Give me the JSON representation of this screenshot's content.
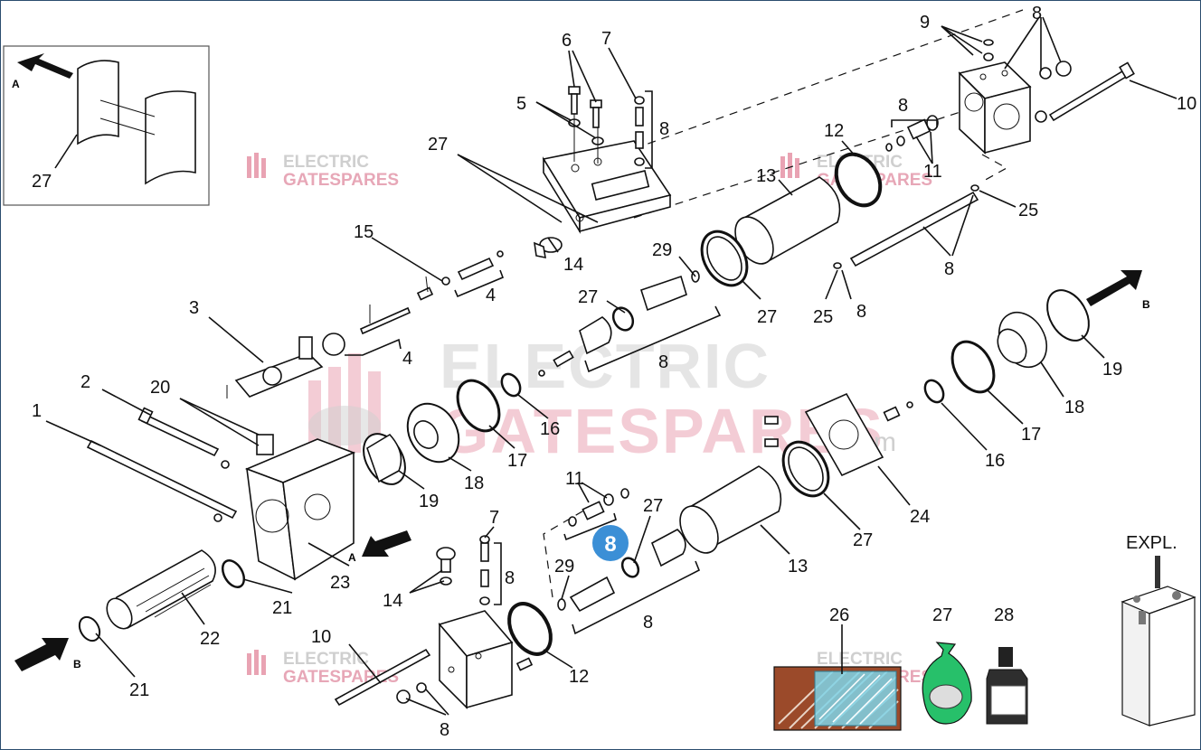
{
  "diagram": {
    "watermark": {
      "line1": "ELECTRIC",
      "line2": "GATESPARES",
      "suffix": ".com"
    },
    "badge": "8",
    "letters": {
      "a": "A",
      "b": "B"
    },
    "explode_label": "EXPL.",
    "callouts": [
      {
        "id": "c27-inset",
        "text": "27"
      },
      {
        "id": "c6",
        "text": "6"
      },
      {
        "id": "c7-top",
        "text": "7"
      },
      {
        "id": "c5",
        "text": "5"
      },
      {
        "id": "c8-top-bracket",
        "text": "8"
      },
      {
        "id": "c27-plate",
        "text": "27"
      },
      {
        "id": "c9",
        "text": "9"
      },
      {
        "id": "c8-top-right",
        "text": "8"
      },
      {
        "id": "c10-top",
        "text": "10"
      },
      {
        "id": "c8-mid-bracket",
        "text": "8"
      },
      {
        "id": "c12-top",
        "text": "12"
      },
      {
        "id": "c11-top",
        "text": "11"
      },
      {
        "id": "c13-top",
        "text": "13"
      },
      {
        "id": "c25-right",
        "text": "25"
      },
      {
        "id": "c8-rods",
        "text": "8"
      },
      {
        "id": "c15",
        "text": "15"
      },
      {
        "id": "c4-upper",
        "text": "4"
      },
      {
        "id": "c14-top",
        "text": "14"
      },
      {
        "id": "c29-top",
        "text": "29"
      },
      {
        "id": "c27-oring",
        "text": "27"
      },
      {
        "id": "c27-ring",
        "text": "27"
      },
      {
        "id": "c25-mid",
        "text": "25"
      },
      {
        "id": "c8-small",
        "text": "8"
      },
      {
        "id": "c3",
        "text": "3"
      },
      {
        "id": "c4-lower",
        "text": "4"
      },
      {
        "id": "c8-lower-bracket",
        "text": "8"
      },
      {
        "id": "c19-right",
        "text": "19"
      },
      {
        "id": "c2",
        "text": "2"
      },
      {
        "id": "c20",
        "text": "20"
      },
      {
        "id": "c18-right",
        "text": "18"
      },
      {
        "id": "c17-right",
        "text": "17"
      },
      {
        "id": "c16-right",
        "text": "16"
      },
      {
        "id": "c16-mid",
        "text": "16"
      },
      {
        "id": "c17-mid",
        "text": "17"
      },
      {
        "id": "c18-mid",
        "text": "18"
      },
      {
        "id": "c19-mid",
        "text": "19"
      },
      {
        "id": "c1",
        "text": "1"
      },
      {
        "id": "c11-bottom",
        "text": "11"
      },
      {
        "id": "c27-bottom",
        "text": "27"
      },
      {
        "id": "c24",
        "text": "24"
      },
      {
        "id": "c27-right-ring",
        "text": "27"
      },
      {
        "id": "c7-bottom",
        "text": "7"
      },
      {
        "id": "c29-bottom",
        "text": "29"
      },
      {
        "id": "c13-bottom",
        "text": "13"
      },
      {
        "id": "c8-bottom-bracket",
        "text": "8"
      },
      {
        "id": "c14-bottom",
        "text": "14"
      },
      {
        "id": "c8-bottom-mid",
        "text": "8"
      },
      {
        "id": "c21-mid",
        "text": "21"
      },
      {
        "id": "c23",
        "text": "23"
      },
      {
        "id": "c22",
        "text": "22"
      },
      {
        "id": "c21-left",
        "text": "21"
      },
      {
        "id": "c10-bottom",
        "text": "10"
      },
      {
        "id": "c12-bottom",
        "text": "12"
      },
      {
        "id": "c8-bottom",
        "text": "8"
      },
      {
        "id": "c26",
        "text": "26"
      },
      {
        "id": "c27-bag",
        "text": "27"
      },
      {
        "id": "c28",
        "text": "28"
      }
    ],
    "colors": {
      "badge": "#3b8fd6",
      "watermark_pink": "#e9a3b3",
      "gasket_brown": "#9b4a2a",
      "gasket_blue": "#7fd3e8",
      "bag_green": "#27c06a",
      "frame": "#2b4d6e"
    }
  }
}
